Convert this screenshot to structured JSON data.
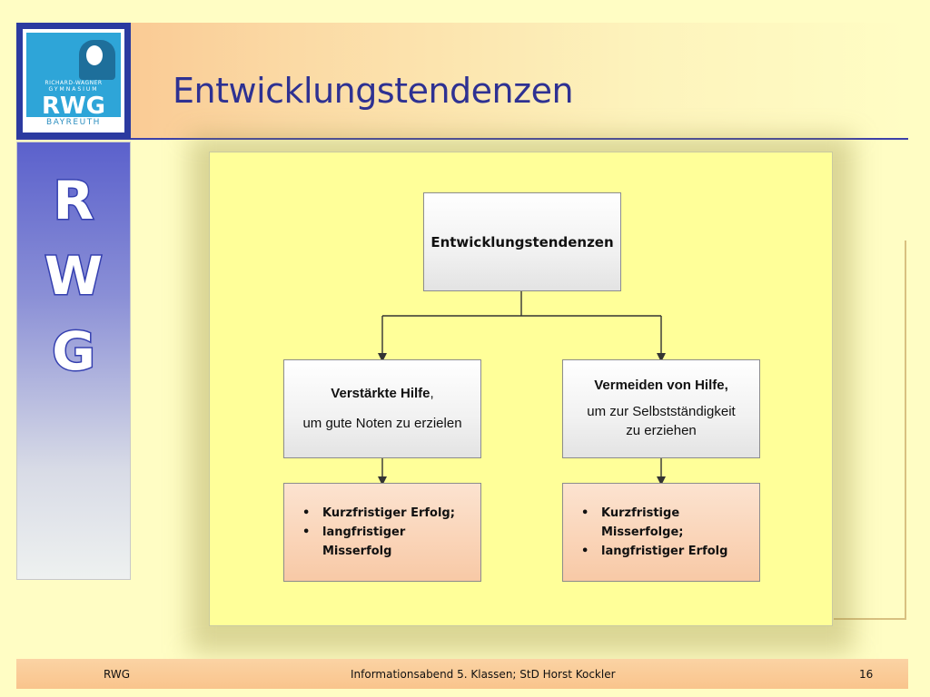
{
  "slide": {
    "title": "Entwicklungstendenzen",
    "sidebar_letters": [
      "R",
      "W",
      "G"
    ]
  },
  "logo": {
    "line1": "RICHARD-WAGNER",
    "line2": "GYMNASIUM",
    "mark": "RWG",
    "city": "BAYREUTH"
  },
  "diagram": {
    "root": "Entwicklungstendenzen",
    "left": {
      "heading": "Verstärkte Hilfe",
      "heading_suffix": ",",
      "subtext": "um gute Noten zu erzielen",
      "bullets": [
        "Kurzfristiger Erfolg;",
        "langfristiger Misserfolg"
      ]
    },
    "right": {
      "heading": "Vermeiden von Hilfe,",
      "subtext_line1": "um zur Selbstständigkeit",
      "subtext_line2": "zu erziehen",
      "bullets": [
        "Kurzfristige Misserfolge;",
        "langfristiger Erfolg"
      ]
    }
  },
  "footer": {
    "left": "RWG",
    "center": "Informationsabend 5. Klassen; StD Horst Kockler",
    "page": "16"
  },
  "colors": {
    "background": "#fffdc4",
    "title": "#2e3192",
    "accent_rule": "#3d41a8",
    "diagram_bg": "#ffff99",
    "orange_box": "#f8c9a6",
    "footer_band": "#f9c48c"
  }
}
